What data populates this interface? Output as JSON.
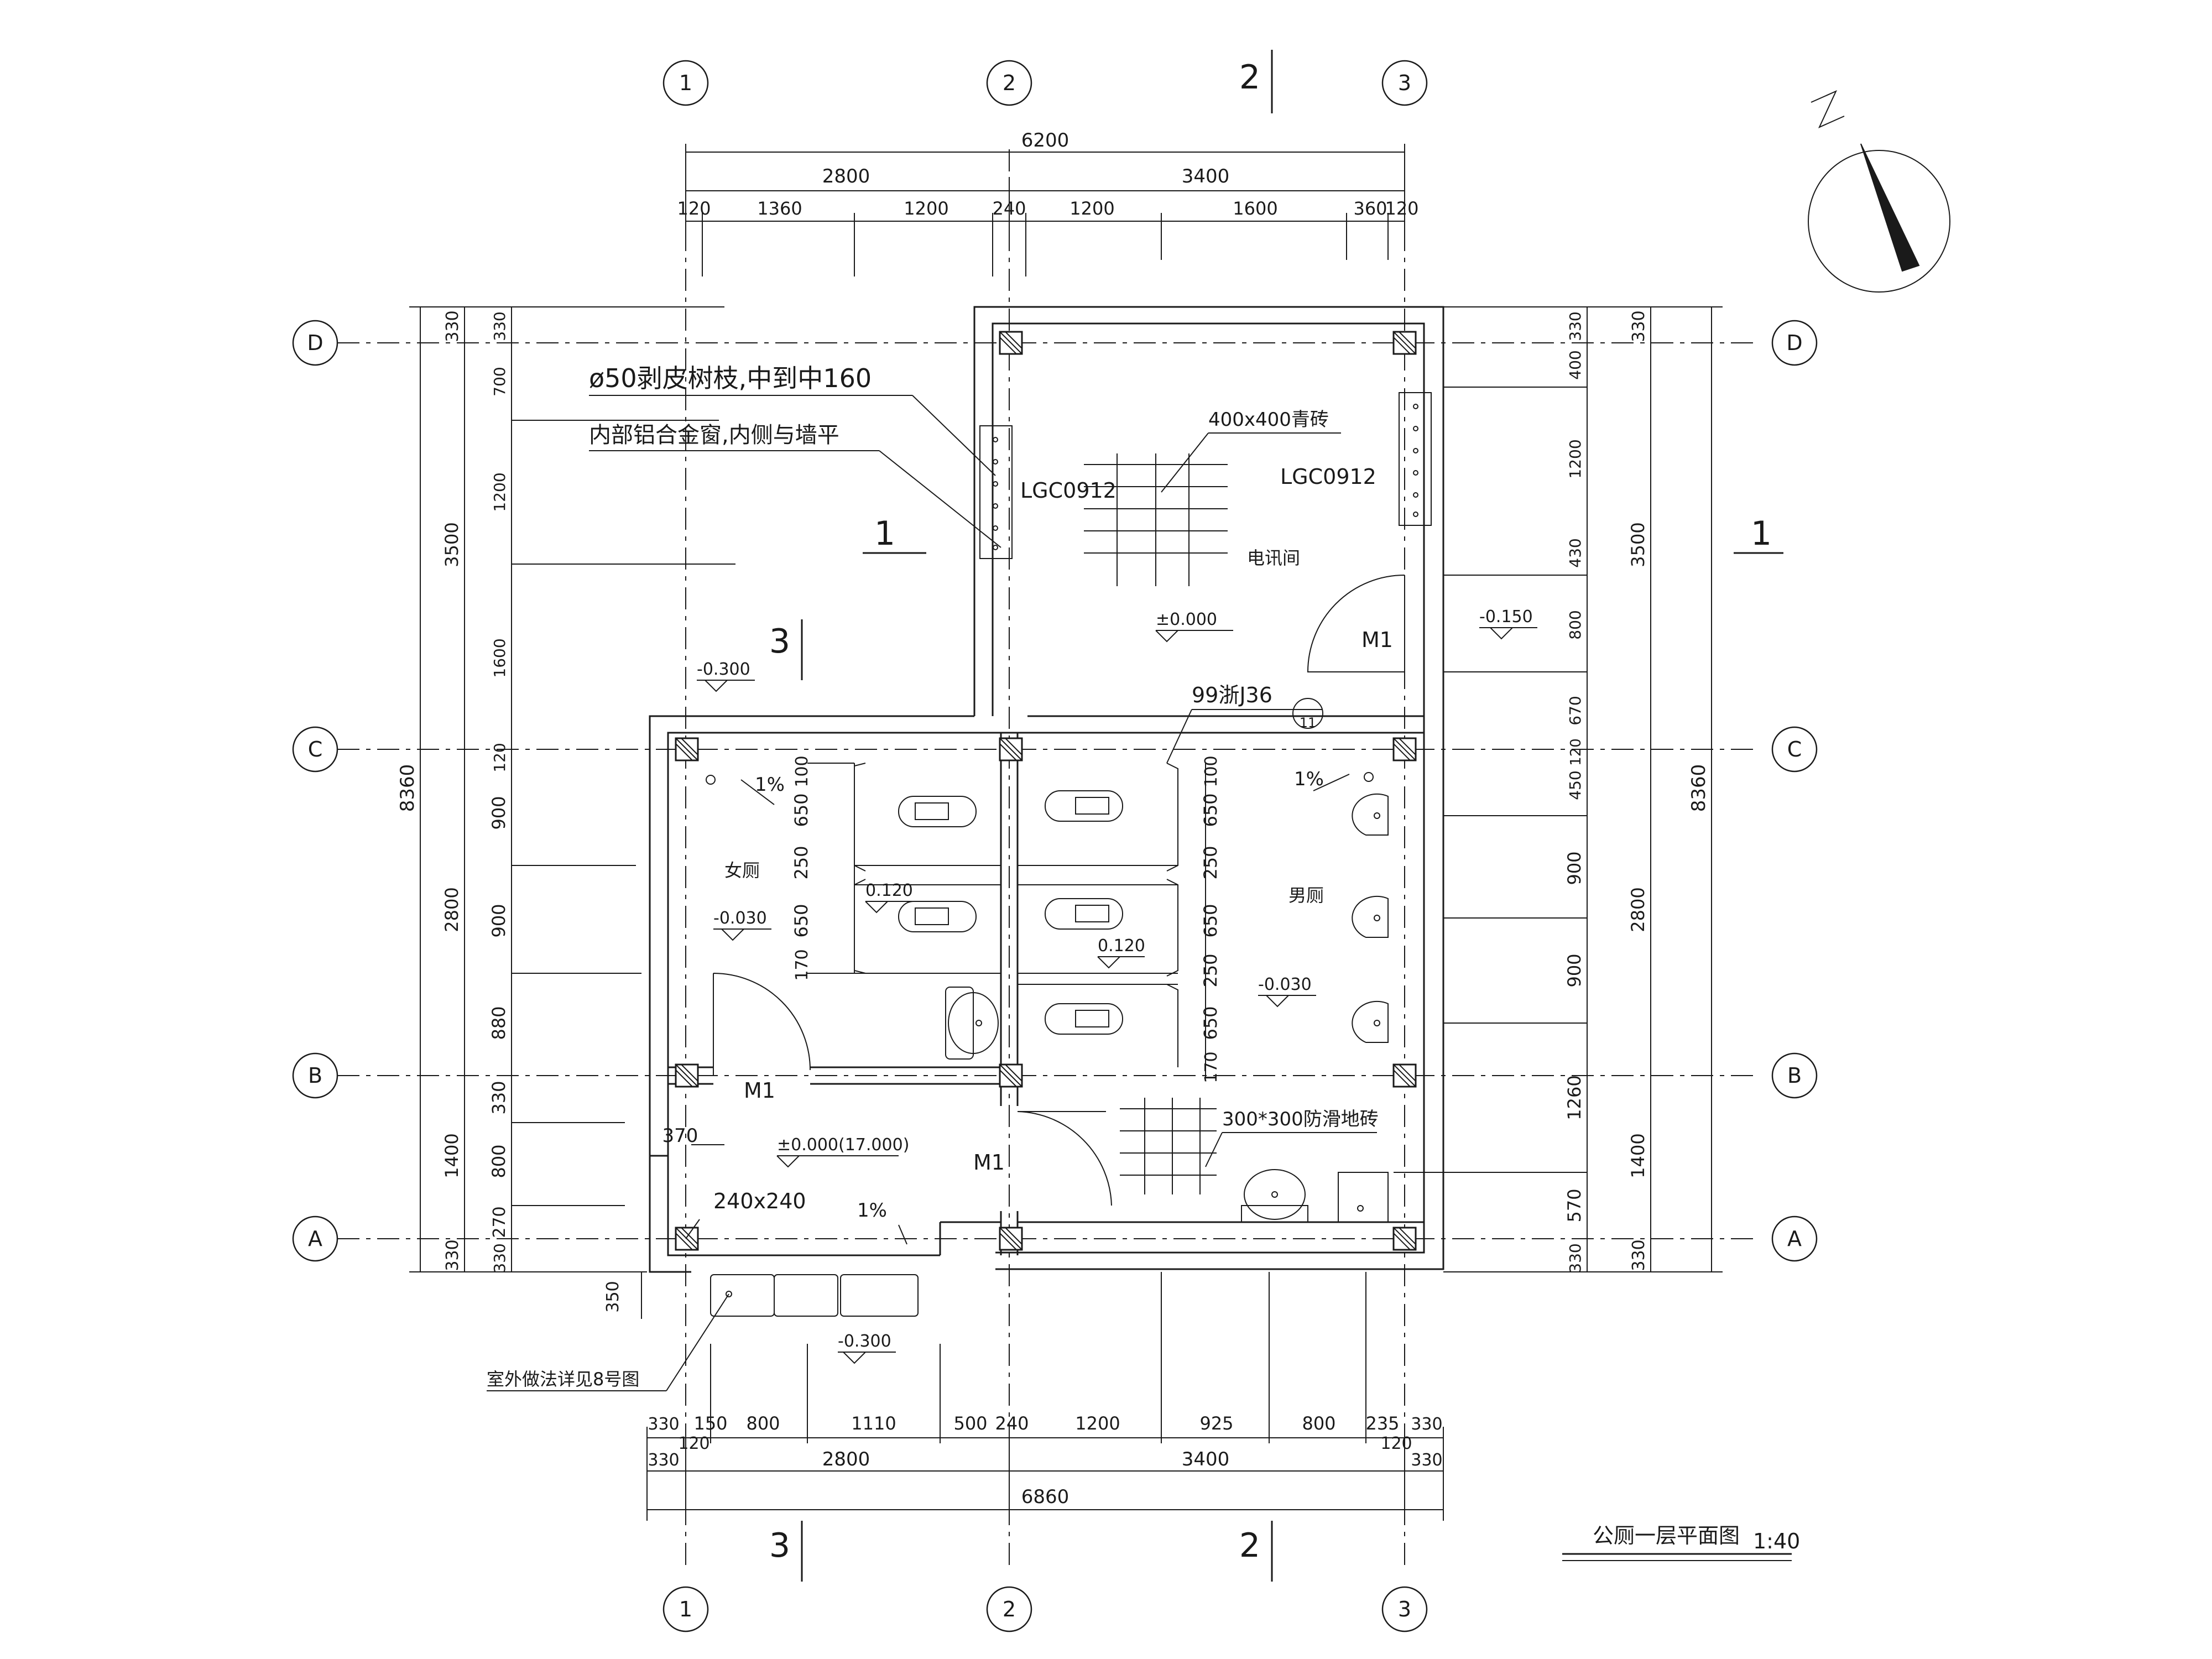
{
  "drawing": {
    "title": "公厕一层平面图",
    "scale": "1:40"
  },
  "axes": {
    "vertical": [
      "1",
      "2",
      "3"
    ],
    "horizontal": [
      "D",
      "C",
      "B",
      "A"
    ]
  },
  "section_marks": [
    "2",
    "1",
    "3",
    "1",
    "3",
    "2"
  ],
  "dims": {
    "top_total": "6200",
    "top_mid": [
      "2800",
      "3400"
    ],
    "top_detail": [
      "120",
      "1360",
      "1200",
      "240",
      "1200",
      "1600",
      "360",
      "120"
    ],
    "bottom_detail": [
      "330",
      "150",
      "800",
      "1110",
      "500",
      "240",
      "1200",
      "925",
      "800",
      "235",
      "330"
    ],
    "bottom_sub": [
      "120",
      "120"
    ],
    "bottom_mid": [
      "330",
      "2800",
      "3400",
      "330"
    ],
    "bottom_total": "6860",
    "left_total": "8360",
    "left_mid": [
      "330",
      "3500",
      "2800",
      "1400",
      "330"
    ],
    "left_detail": [
      "330",
      "700",
      "1200",
      "1600",
      "120",
      "900",
      "900",
      "880",
      "330",
      "800",
      "270",
      "330"
    ],
    "right_total": "8360",
    "right_mid": [
      "330",
      "3500",
      "2800",
      "1400",
      "330"
    ],
    "right_detail": [
      "330",
      "400",
      "1200",
      "430",
      "800",
      "670",
      "120",
      "450",
      "900",
      "900",
      "1260",
      "570",
      "330"
    ],
    "stall_female": [
      "100",
      "650",
      "250",
      "650",
      "170"
    ],
    "stall_male": [
      "100",
      "650",
      "250",
      "650",
      "250",
      "650",
      "170"
    ],
    "step_height": "350",
    "step_width": "370"
  },
  "notes": {
    "branch": "ø50剥皮树枝,中到中160",
    "window_note": "内部铝合金窗,内侧与墙平",
    "tile_blue": "400x400青砖",
    "tile_antislip": "300*300防滑地砖",
    "outdoor": "室外做法详见8号图",
    "column": "240x240",
    "detail_ref": "99浙J36",
    "detail_no": "11"
  },
  "windows": [
    "LGC0912",
    "LGC0912"
  ],
  "doors": [
    "M1",
    "M1",
    "M1"
  ],
  "rooms": [
    "电讯间",
    "女厕",
    "男厕"
  ],
  "levels": [
    "±0.000",
    "-0.150",
    "-0.300",
    "-0.030",
    "0.120",
    "0.120",
    "-0.030",
    "±0.000(17.000)",
    "-0.300"
  ],
  "slopes": [
    "1%",
    "1%",
    "1%"
  ]
}
